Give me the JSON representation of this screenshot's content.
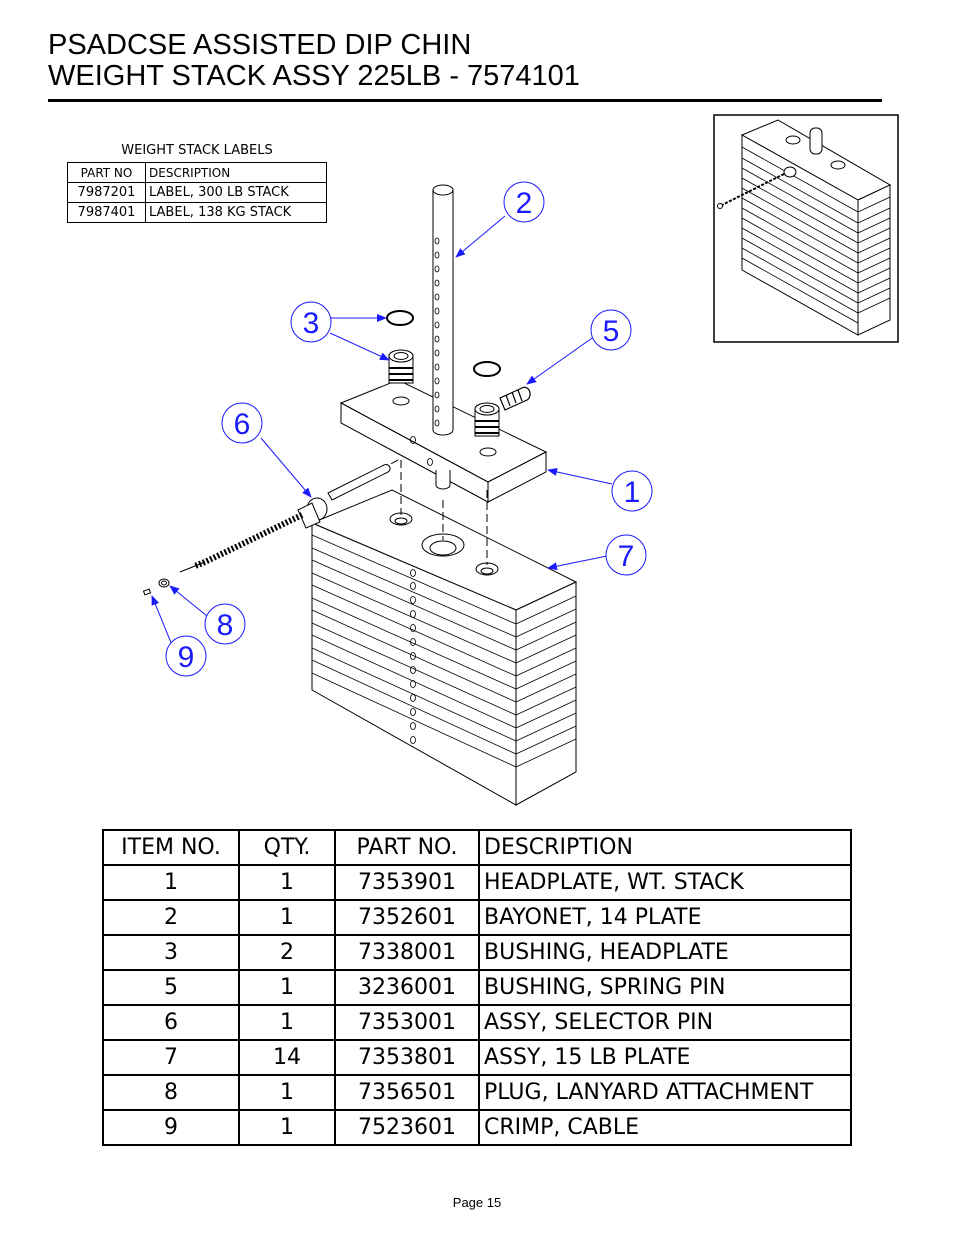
{
  "header": {
    "title_line1": "PSADCSE ASSISTED DIP CHIN",
    "title_line2": "WEIGHT STACK ASSY 225LB - 7574101"
  },
  "labels_table": {
    "caption": "WEIGHT STACK LABELS",
    "columns": [
      "PART NO",
      "DESCRIPTION"
    ],
    "rows": [
      {
        "part_no": "7987201",
        "description": "LABEL, 300 LB STACK"
      },
      {
        "part_no": "7987401",
        "description": "LABEL, 138 KG STACK"
      }
    ]
  },
  "callouts": {
    "c1": "1",
    "c2": "2",
    "c3": "3",
    "c5": "5",
    "c6": "6",
    "c7": "7",
    "c8": "8",
    "c9": "9"
  },
  "colors": {
    "callout_blue": "#1a1aff",
    "line": "#000000"
  },
  "bom_table": {
    "columns": [
      "ITEM NO.",
      "QTY.",
      "PART NO.",
      "DESCRIPTION"
    ],
    "rows": [
      {
        "item": "1",
        "qty": "1",
        "part_no": "7353901",
        "description": "HEADPLATE, WT. STACK"
      },
      {
        "item": "2",
        "qty": "1",
        "part_no": "7352601",
        "description": "BAYONET, 14 PLATE"
      },
      {
        "item": "3",
        "qty": "2",
        "part_no": "7338001",
        "description": "BUSHING, HEADPLATE"
      },
      {
        "item": "5",
        "qty": "1",
        "part_no": "3236001",
        "description": "BUSHING, SPRING PIN"
      },
      {
        "item": "6",
        "qty": "1",
        "part_no": "7353001",
        "description": "ASSY, SELECTOR PIN"
      },
      {
        "item": "7",
        "qty": "14",
        "part_no": "7353801",
        "description": "ASSY, 15 LB PLATE"
      },
      {
        "item": "8",
        "qty": "1",
        "part_no": "7356501",
        "description": "PLUG, LANYARD ATTACHMENT"
      },
      {
        "item": "9",
        "qty": "1",
        "part_no": "7523601",
        "description": "CRIMP, CABLE"
      }
    ]
  },
  "footer": {
    "page_label": "Page 15"
  }
}
